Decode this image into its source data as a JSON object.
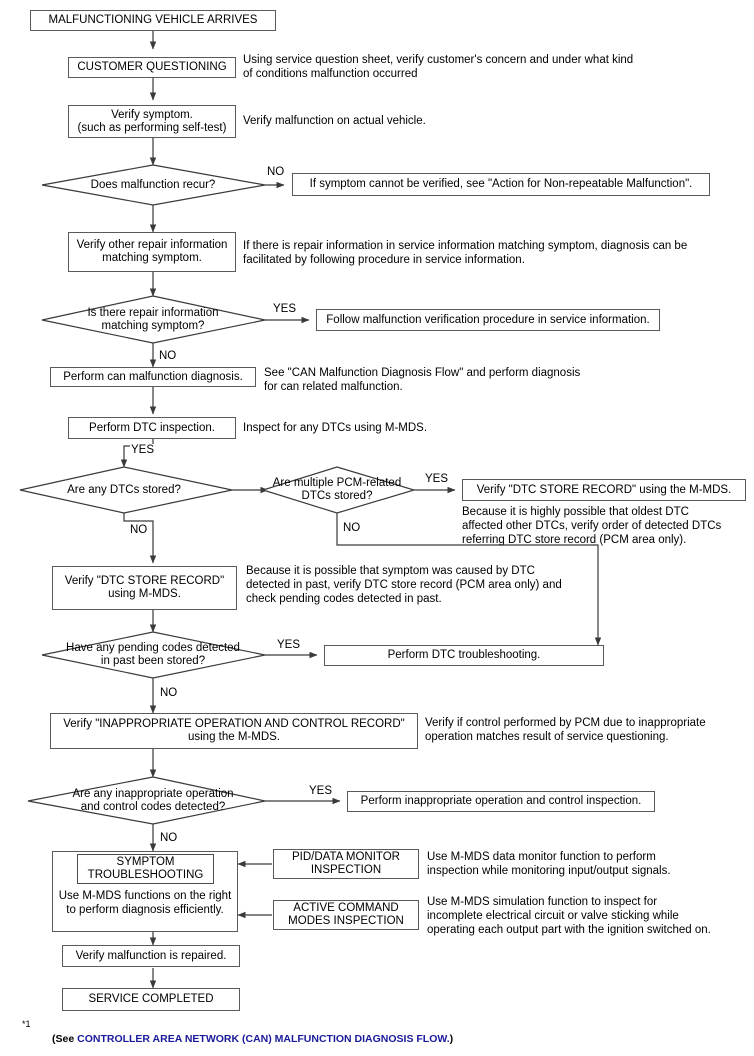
{
  "title": "Malfunctioning Vehicle Diagnosis Flow",
  "colors": {
    "line": "#3a3a3a",
    "box_border": "#5a5a5a",
    "text": "#000000",
    "link": "#1a1a9c",
    "background": "#ffffff"
  },
  "nodes": {
    "start": {
      "label": "MALFUNCTIONING VEHICLE ARRIVES"
    },
    "customer_questioning": {
      "label": "CUSTOMER QUESTIONING"
    },
    "verify_symptom": {
      "label": "Verify symptom.\n(such as performing self-test)"
    },
    "does_malfunction_recur": {
      "label": "Does malfunction recur?"
    },
    "non_repeatable": {
      "label": "If symptom cannot be verified, see \"Action for Non-repeatable Malfunction\"."
    },
    "verify_other_repair_info": {
      "label": "Verify other repair information\nmatching symptom."
    },
    "is_there_repair_info": {
      "label": "Is there repair information\nmatching symptom?"
    },
    "follow_verification": {
      "label": "Follow malfunction verification procedure in service information."
    },
    "perform_can_diagnosis": {
      "label": "Perform can malfunction diagnosis."
    },
    "perform_dtc_inspection": {
      "label": "Perform DTC inspection."
    },
    "are_any_dtcs_stored": {
      "label": "Are any DTCs stored?"
    },
    "multiple_pcm_dtcs": {
      "label": "Are multiple PCM-related\nDTCs stored?"
    },
    "verify_store_record_mmds_right": {
      "label": "Verify  \"DTC STORE RECORD\" using the M-MDS."
    },
    "verify_store_record_mmds_left": {
      "label": "Verify \"DTC STORE RECORD\"\nusing M-MDS."
    },
    "pending_codes_stored": {
      "label": "Have any pending codes detected\nin past been stored?"
    },
    "perform_dtc_troubleshooting": {
      "label": "Perform DTC troubleshooting."
    },
    "verify_inappropriate_record": {
      "label": "Verify \"INAPPROPRIATE OPERATION AND CONTROL RECORD\"\nusing the M-MDS."
    },
    "inappropriate_codes_detected": {
      "label": "Are any inappropriate operation\nand control codes detected?"
    },
    "perform_inappropriate_inspection": {
      "label": "Perform inappropriate operation and control inspection."
    },
    "symptom_troubleshooting_head": {
      "label": "SYMPTOM\nTROUBLESHOOTING"
    },
    "symptom_troubleshooting_body": {
      "label": "Use M-MDS functions on the right\nto perform diagnosis efficiently."
    },
    "pid_data_monitor": {
      "label": "PID/DATA MONITOR\nINSPECTION"
    },
    "active_command_modes": {
      "label": "ACTIVE COMMAND\nMODES INSPECTION"
    },
    "verify_repaired": {
      "label": "Verify malfunction is repaired."
    },
    "service_completed": {
      "label": "SERVICE COMPLETED"
    }
  },
  "notes": {
    "customer_questioning_note": "Using service question sheet, verify customer's concern and under what kind\nof conditions malfunction occurred",
    "verify_symptom_note": "Verify malfunction on actual vehicle.",
    "repair_info_note": "If there is repair information in service information matching symptom, diagnosis can be\nfacilitated by following procedure in service information.",
    "can_diagnosis_note": "See \"CAN Malfunction Diagnosis Flow\" and perform diagnosis\nfor can related malfunction.",
    "dtc_inspection_note": "Inspect for any DTCs using M-MDS.",
    "oldest_dtc_note": "Because it is highly possible that oldest DTC\naffected other DTCs, verify order of detected DTCs\nreferring DTC store record (PCM area only).",
    "store_record_note": "Because it is possible that symptom was caused by DTC\ndetected in past, verify DTC store record (PCM area only) and\ncheck pending codes detected in past.",
    "inappropriate_record_note": "Verify if control performed by PCM due to inappropriate\noperation matches result of service questioning.",
    "pid_monitor_note": "Use M-MDS data monitor function to perform\ninspection while monitoring input/output signals.",
    "active_command_note": "Use M-MDS simulation function to inspect for\nincomplete electrical circuit or valve sticking while\noperating each output part with the ignition switched on."
  },
  "edge_labels": {
    "recur_no": "NO",
    "repair_info_yes": "YES",
    "repair_info_no": "NO",
    "dtc_inspection_yes": "YES",
    "dtcs_stored_no": "NO",
    "multiple_pcm_yes": "YES",
    "multiple_pcm_no": "NO",
    "pending_yes": "YES",
    "pending_no": "NO",
    "inappropriate_yes": "YES",
    "inappropriate_no": "NO"
  },
  "footnote": {
    "mark": "*1",
    "prefix": "(See ",
    "link": "CONTROLLER AREA NETWORK (CAN) MALFUNCTION DIAGNOSIS FLOW.",
    "suffix": ")"
  }
}
